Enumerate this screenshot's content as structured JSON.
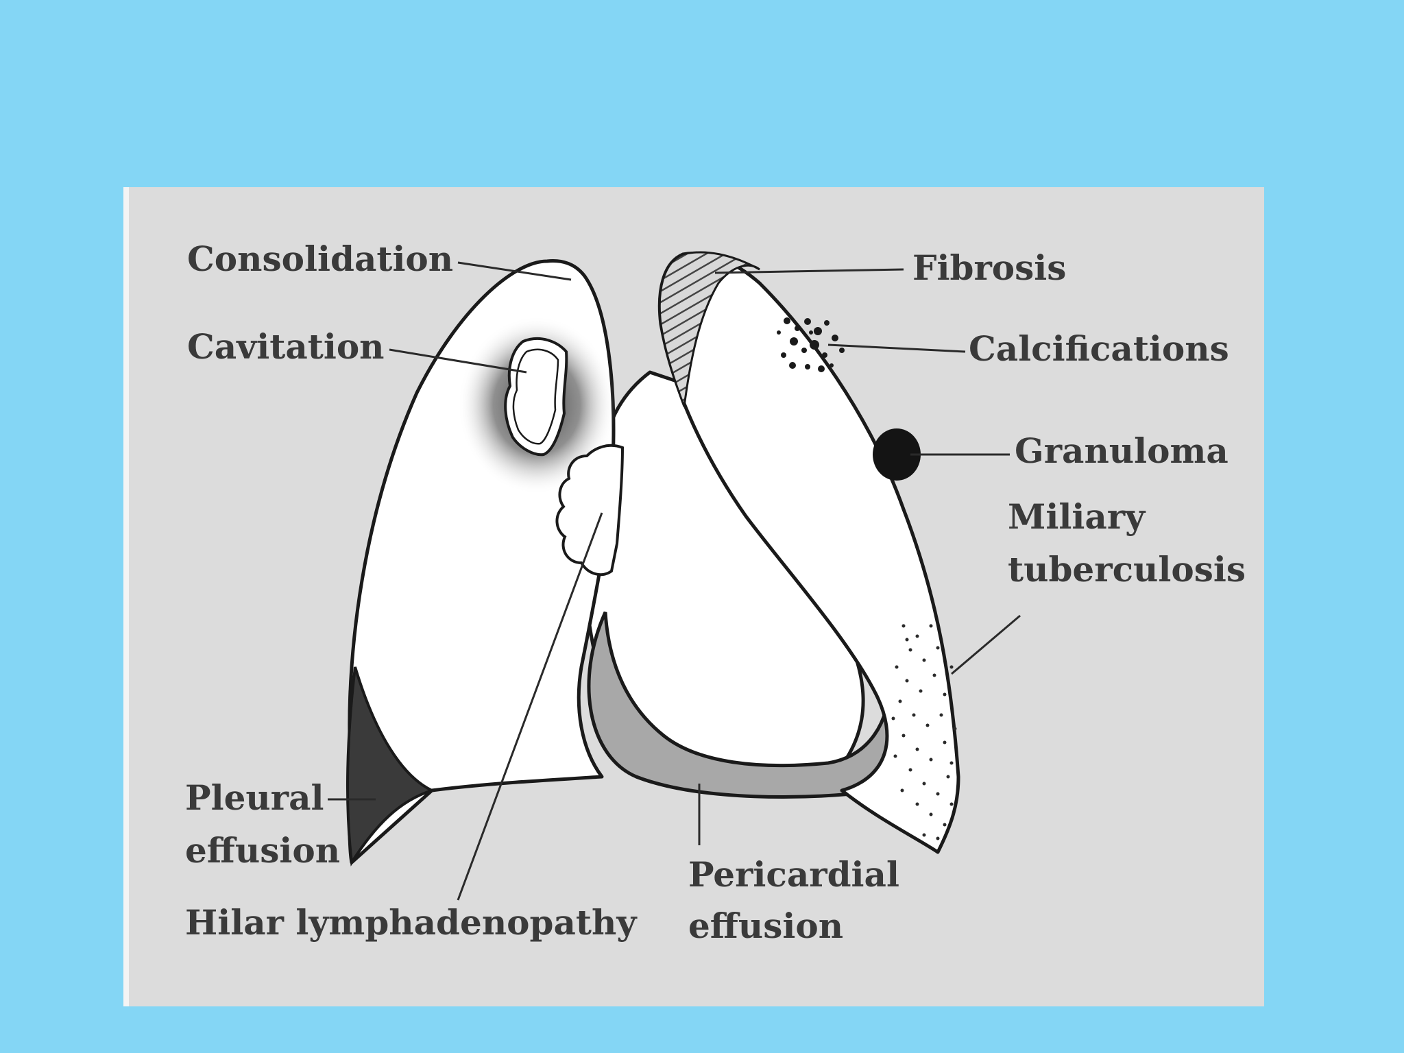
{
  "labels": {
    "consolidation": "Consolidation",
    "cavitation": "Cavitation",
    "pleural_1": "Pleural",
    "pleural_2": "effusion",
    "hilar": "Hilar lymphadenopathy",
    "fibrosis": "Fibrosis",
    "calcifications": "Calcifications",
    "granuloma": "Granuloma",
    "miliary_1": "Miliary",
    "miliary_2": "tuberculosis",
    "pericardial_1": "Pericardial",
    "pericardial_2": "effusion"
  },
  "colors": {
    "slide_background": "#84d6f5",
    "panel_background": "#dcdcdc",
    "lung_fill": "#ffffff",
    "outline": "#1a1a1a",
    "pericardial_effusion_fill": "#a8a8a8",
    "pleural_effusion_fill": "#3a3a3a",
    "label_text": "#3a3a3a"
  }
}
